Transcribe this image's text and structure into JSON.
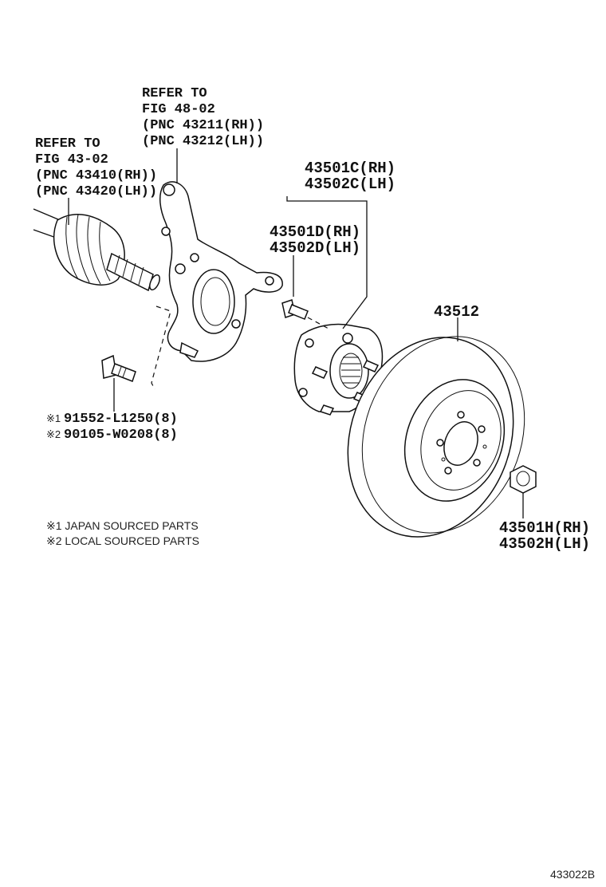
{
  "refs": {
    "knuckle": [
      "REFER TO",
      "FIG 48-02",
      "(PNC 43211(RH))",
      "(PNC 43212(LH))"
    ],
    "shaft": [
      "REFER TO",
      "FIG 43-02",
      "(PNC 43410(RH))",
      "(PNC 43420(LH))"
    ]
  },
  "parts": {
    "hub": [
      "43501C(RH)",
      "43502C(LH)"
    ],
    "stud": [
      "43501D(RH)",
      "43502D(LH)"
    ],
    "rotor": "43512",
    "nut": [
      "43501H(RH)",
      "43502H(LH)"
    ],
    "bolt": [
      {
        "mark": "※1",
        "pn": "91552-L1250(8)"
      },
      {
        "mark": "※2",
        "pn": "90105-W0208(8)"
      }
    ]
  },
  "notes": [
    "※1 JAPAN SOURCED PARTS",
    "※2 LOCAL SOURCED PARTS"
  ],
  "figure_code": "433022B"
}
